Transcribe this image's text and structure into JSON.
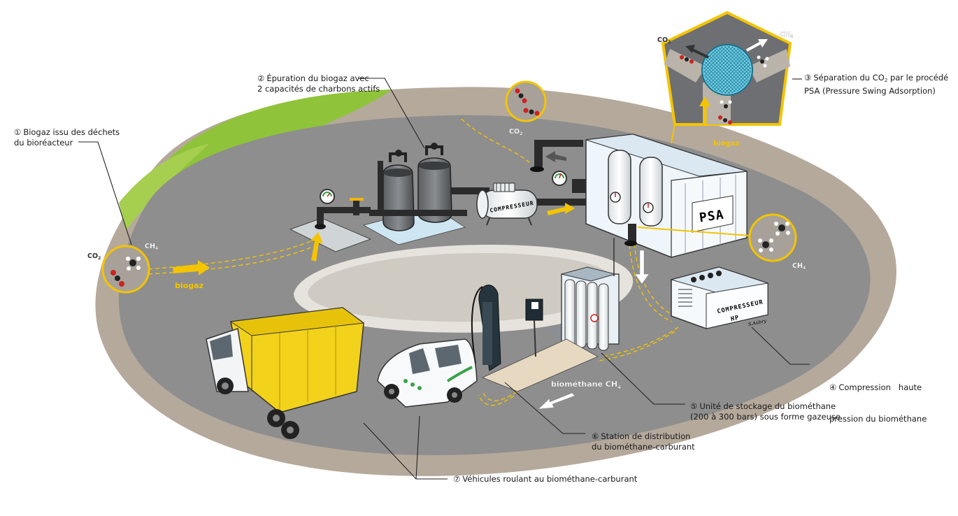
{
  "callouts": [
    {
      "id": "c1",
      "num": "①",
      "lines": [
        "Biogaz issu des déchets",
        "du bioréacteur"
      ]
    },
    {
      "id": "c2",
      "num": "②",
      "lines": [
        "Épuration du biogaz avec",
        "2 capacités de charbons actifs"
      ]
    },
    {
      "id": "c3",
      "num": "③",
      "lines": [
        "Séparation du CO",
        "PSA (Pressure Swing Adsorption)"
      ],
      "line1_subscript": "2",
      "line1_suffix": " par le procédé"
    },
    {
      "id": "c4",
      "num": "④",
      "lines": [
        "Compression   haute",
        "pression du biométhane"
      ]
    },
    {
      "id": "c5",
      "num": "⑤",
      "lines": [
        "Unité de stockage du biométhane",
        "(200 à 300 bars) sous forme gazeuse"
      ]
    },
    {
      "id": "c6",
      "num": "⑥",
      "lines": [
        "Station de distribution",
        "du biométhane-carburant"
      ]
    },
    {
      "id": "c7",
      "num": "⑦",
      "lines": [
        "Véhicules roulant au biométhane-carburant"
      ]
    }
  ],
  "flow_labels": {
    "biogaz_left": "biogaz",
    "biogaz_psa": "biogaz",
    "biomethane": "biométhane CH",
    "biomethane_sub": "4"
  },
  "molecule_labels": {
    "co2": "CO",
    "co2_sub": "2",
    "ch4": "CH",
    "ch4_sub": "4"
  },
  "machine_labels": {
    "compresseur": "COMPRESSEUR",
    "psa": "PSA",
    "compresseur_hp_line1": "COMPRESSEUR",
    "compresseur_hp_line2": "HP"
  },
  "signature": "S.Aubry",
  "colors": {
    "accent_yellow": "#f4c400",
    "ground_gray": "#8e8e8e",
    "grass_green": "#8fc33a",
    "psa_blue": "#e6f2fa",
    "truck_yellow": "#f2d21b"
  }
}
